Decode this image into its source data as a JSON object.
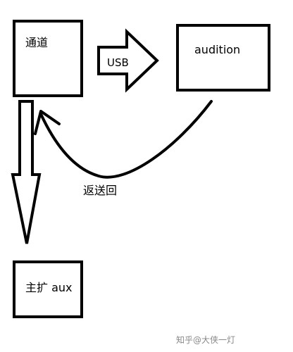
{
  "nodes": {
    "channel": {
      "label": "通道"
    },
    "audition": {
      "label": "audition"
    },
    "main_expansion": {
      "label": "主扩 aux"
    }
  },
  "edges": {
    "usb": {
      "label": "USB"
    },
    "return": {
      "label": "返送回"
    }
  },
  "watermark": {
    "text": "知乎@大侠一灯"
  },
  "colors": {
    "stroke": "#000000",
    "background": "#ffffff",
    "watermark": "#888888"
  }
}
